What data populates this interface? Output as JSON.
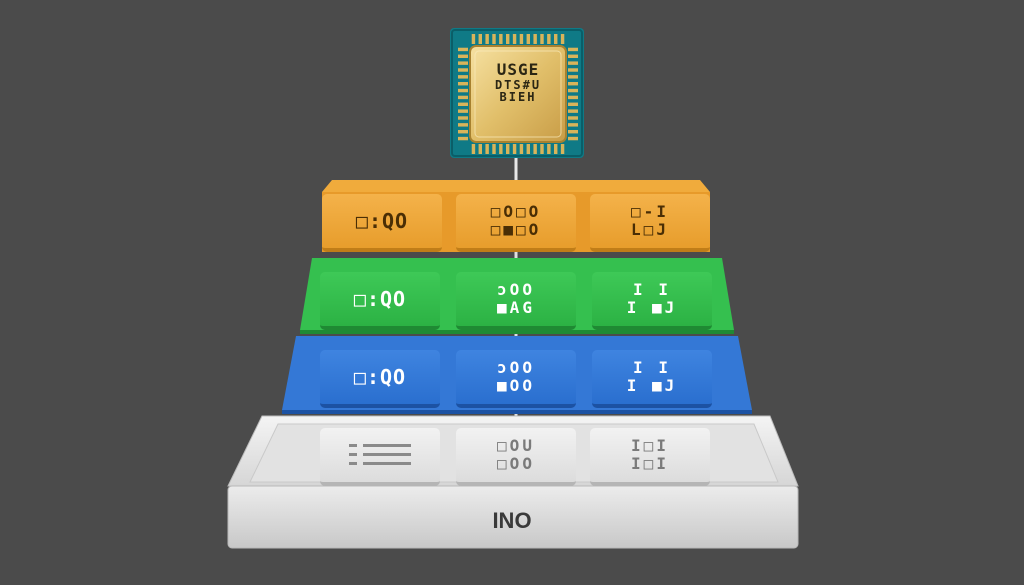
{
  "chip": {
    "line1": "USGE",
    "line2": "DTS#U",
    "line3": "BIEH"
  },
  "layers": [
    {
      "color": "orange",
      "blocks": [
        [
          "□:QO"
        ],
        [
          "□O□O",
          "□■□O"
        ],
        [
          "□‐I",
          "L□J"
        ]
      ]
    },
    {
      "color": "green",
      "blocks": [
        [
          "□:QO"
        ],
        [
          "ɔOO",
          "■AG"
        ],
        [
          "I  I",
          "I ■J"
        ]
      ]
    },
    {
      "color": "blue",
      "blocks": [
        [
          "□:QO"
        ],
        [
          "ɔOO",
          "■OO"
        ],
        [
          "I  I",
          "I ■J"
        ]
      ]
    }
  ],
  "base": {
    "label": "INO",
    "blocks": [
      [
        "list-icon"
      ],
      [
        "□OU",
        "□OO"
      ],
      [
        "I□I",
        "I□I"
      ]
    ]
  }
}
